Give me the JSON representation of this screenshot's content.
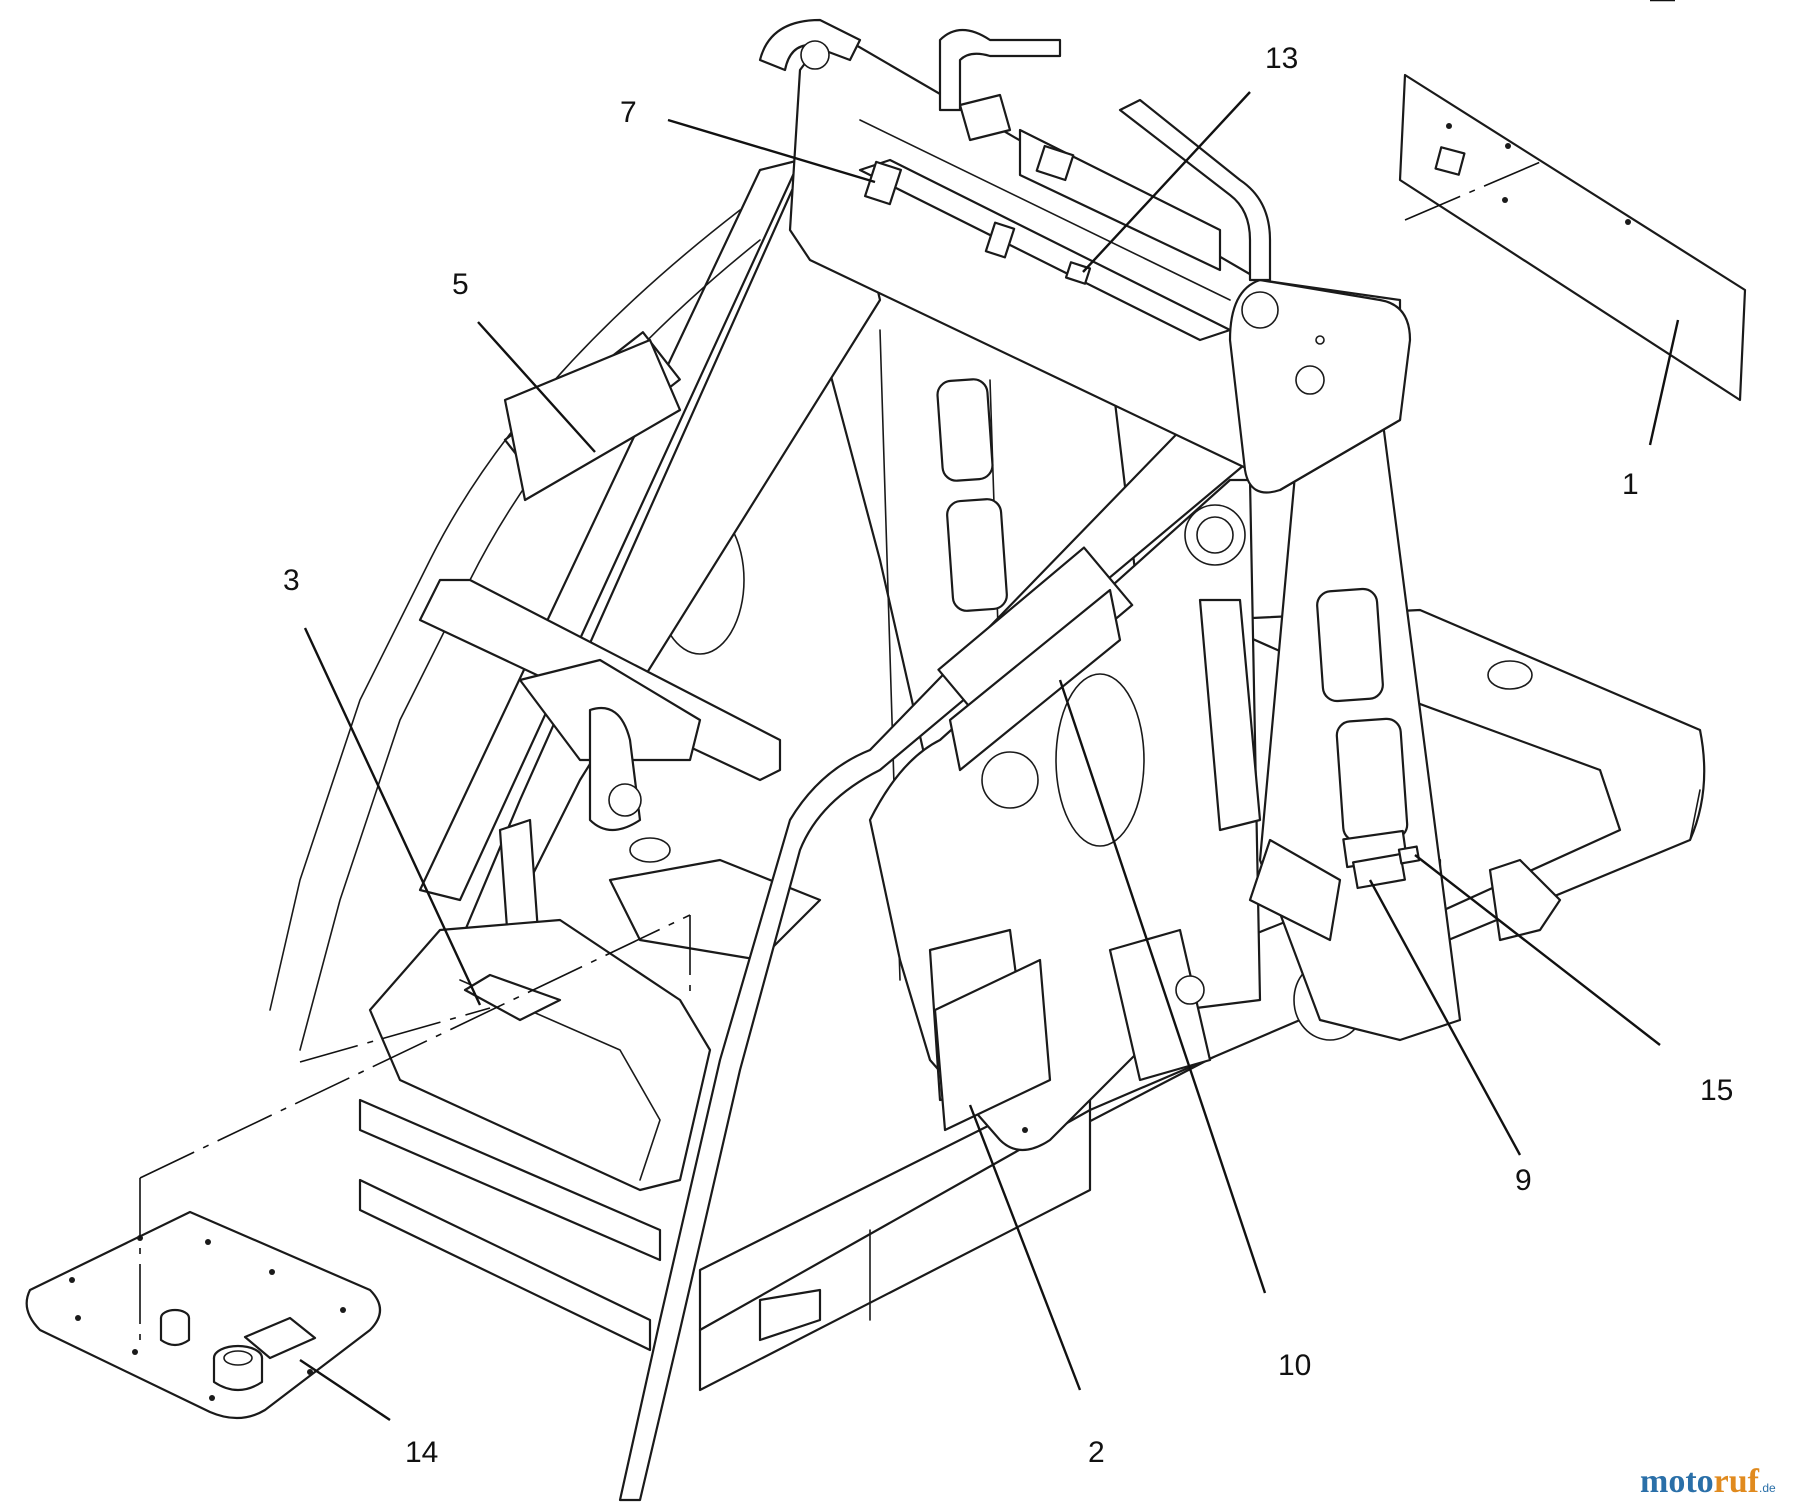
{
  "callouts": {
    "c1": "1",
    "c2": "2",
    "c3": "3",
    "c5": "5",
    "c7": "7",
    "c9": "9",
    "c10": "10",
    "c13": "13",
    "c14": "14",
    "c15": "15"
  },
  "watermark": {
    "part_a": "moto",
    "part_b": "ruf",
    "suffix": ".de"
  },
  "colors": {
    "line": "#1a1a1a",
    "watermark_blue": "#2a6fa8",
    "watermark_orange": "#e08a1e"
  }
}
